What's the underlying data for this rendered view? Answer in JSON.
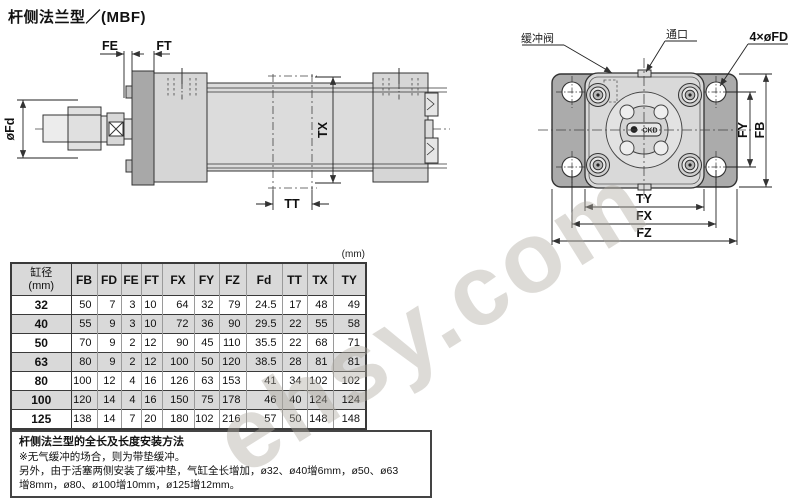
{
  "page": {
    "title": "杆侧法兰型／(MBF)",
    "unit_note": "(mm)"
  },
  "watermark": "ehsy.com",
  "drawings": {
    "side": {
      "labels": {
        "fe": "FE",
        "ft": "FT",
        "ofd": "øFd",
        "tx": "TX",
        "tt": "TT"
      }
    },
    "front": {
      "labels": {
        "cushion_valve": "缓冲阀",
        "port": "通口",
        "bolt_holes": "4×øFD",
        "fy": "FY",
        "fb": "FB",
        "ty": "TY",
        "fx": "FX",
        "fz": "FZ"
      },
      "logo": "CKD"
    }
  },
  "table": {
    "bore_header": "缸径",
    "bore_unit": "(mm)",
    "columns": [
      "FB",
      "FD",
      "FE",
      "FT",
      "FX",
      "FY",
      "FZ",
      "Fd",
      "TT",
      "TX",
      "TY"
    ],
    "rows": [
      {
        "bore": "32",
        "values": [
          "50",
          "7",
          "3",
          "10",
          "64",
          "32",
          "79",
          "24.5",
          "17",
          "48",
          "49"
        ]
      },
      {
        "bore": "40",
        "values": [
          "55",
          "9",
          "3",
          "10",
          "72",
          "36",
          "90",
          "29.5",
          "22",
          "55",
          "58"
        ]
      },
      {
        "bore": "50",
        "values": [
          "70",
          "9",
          "2",
          "12",
          "90",
          "45",
          "110",
          "35.5",
          "22",
          "68",
          "71"
        ]
      },
      {
        "bore": "63",
        "values": [
          "80",
          "9",
          "2",
          "12",
          "100",
          "50",
          "120",
          "38.5",
          "28",
          "81",
          "81"
        ]
      },
      {
        "bore": "80",
        "values": [
          "100",
          "12",
          "4",
          "16",
          "126",
          "63",
          "153",
          "41",
          "34",
          "102",
          "102"
        ]
      },
      {
        "bore": "100",
        "values": [
          "120",
          "14",
          "4",
          "16",
          "150",
          "75",
          "178",
          "46",
          "40",
          "124",
          "124"
        ]
      },
      {
        "bore": "125",
        "values": [
          "138",
          "14",
          "7",
          "20",
          "180",
          "102",
          "216",
          "57",
          "50",
          "148",
          "148"
        ]
      }
    ]
  },
  "note": {
    "title": "杆侧法兰型的全长及长度安装方法",
    "line1": "※无气缓冲的场合，则为带垫缓冲。",
    "line2": "另外，由于活塞两侧安装了缓冲垫，气缸全长增加，ø32、ø40增6mm，ø50、ø63",
    "line3": "增8mm，ø80、ø100增10mm，ø125增12mm。"
  },
  "colors": {
    "flange_fill": "#a8a8a8",
    "body_fill": "#dcdcdc",
    "row_alt": "#d9d9d9",
    "line": "#333333",
    "watermark": "#aea9a0"
  }
}
